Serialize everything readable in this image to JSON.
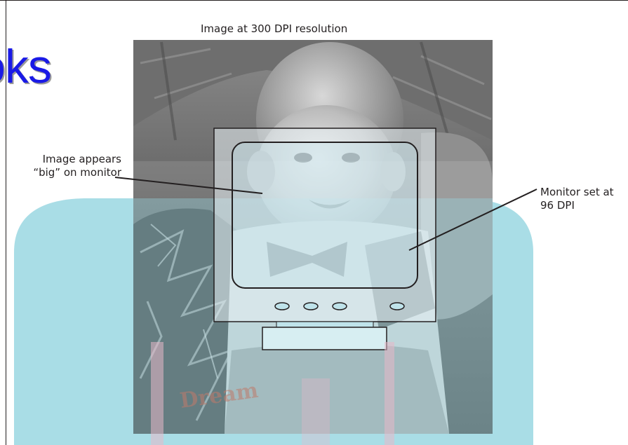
{
  "brand_fragment": "oks",
  "photo_label": "Image at 300 DPI resolution",
  "monitor_callout": {
    "line1": "Image appears",
    "line2": "“big” on monitor"
  },
  "dpi_callout": {
    "line1": "Monitor set at",
    "line2": "96 DPI"
  },
  "watermark_text": "Dream",
  "colors": {
    "brand_blue": "#1a1ae6",
    "overlay_cyan": "#a9dde6",
    "monitor_screen_tint": "#bfe3ea",
    "leader_line": "#231f20",
    "watermark_pink": "#e8b8c8"
  },
  "icons": [
    "monitor-icon",
    "baby-photo"
  ]
}
